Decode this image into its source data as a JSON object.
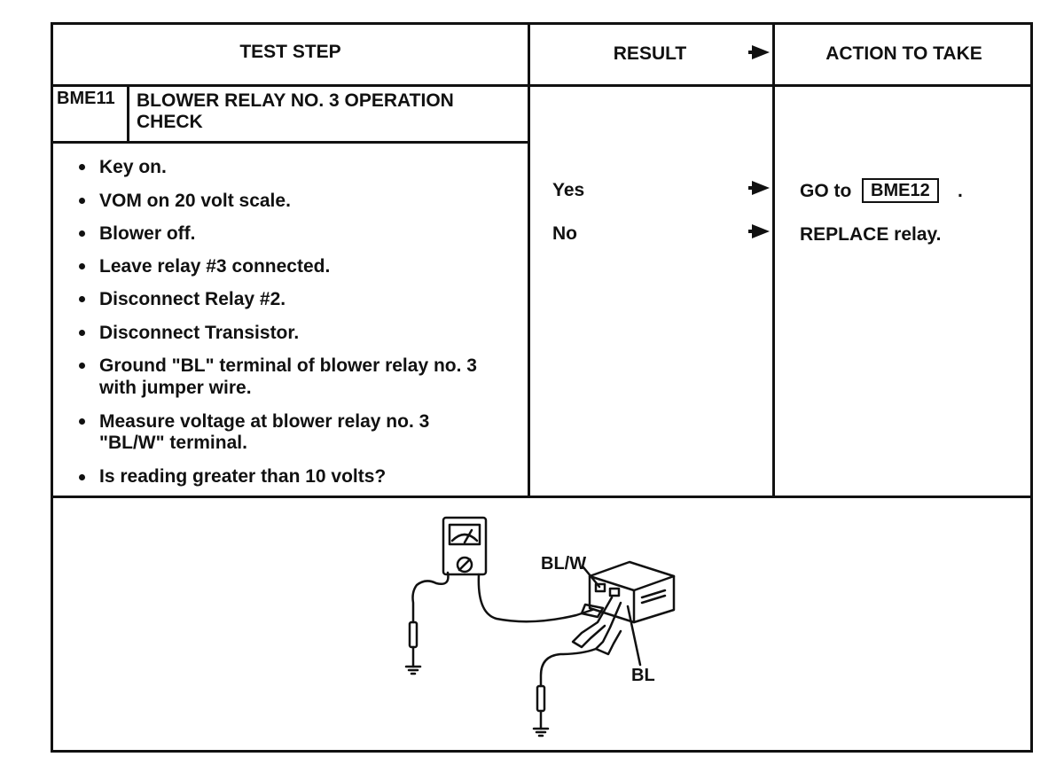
{
  "headers": {
    "test_step": "TEST STEP",
    "result": "RESULT",
    "action": "ACTION TO TAKE"
  },
  "step": {
    "code": "BME11",
    "title_line1": "BLOWER RELAY NO. 3 OPERATION",
    "title_line2": "CHECK"
  },
  "procedure": [
    [
      "Key on."
    ],
    [
      "VOM on 20 volt scale."
    ],
    [
      "Blower off."
    ],
    [
      "Leave relay #3 connected."
    ],
    [
      "Disconnect Relay #2."
    ],
    [
      "Disconnect Transistor."
    ],
    [
      "Ground \"BL\" terminal of blower relay no. 3",
      "with jumper wire."
    ],
    [
      "Measure voltage at blower relay no. 3",
      "\"BL/W\" terminal."
    ],
    [
      "Is reading greater than 10 volts?"
    ]
  ],
  "results": [
    {
      "result": "Yes",
      "action_prefix": "GO to",
      "action_step": "BME12",
      "action_suffix": "."
    },
    {
      "result": "No",
      "action_text": "REPLACE relay."
    }
  ],
  "diagram": {
    "label_blw": "BL/W",
    "label_bl": "BL"
  }
}
